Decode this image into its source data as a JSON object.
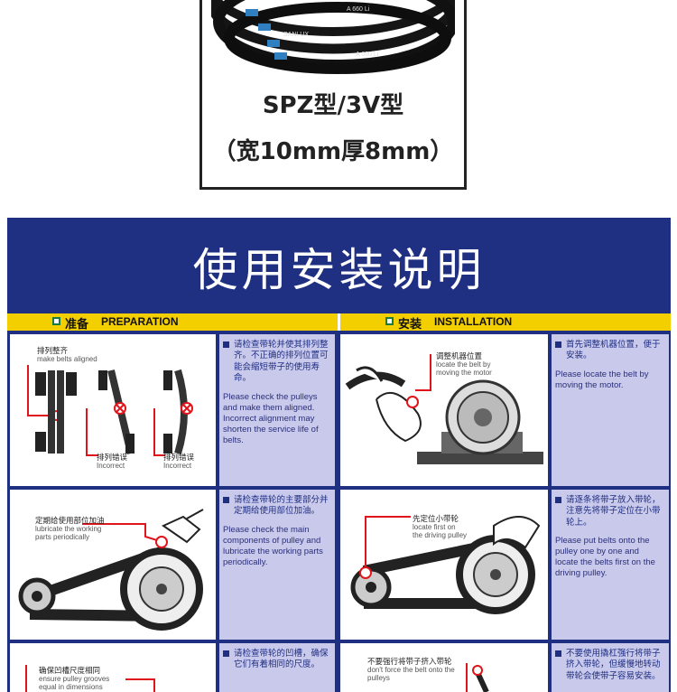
{
  "product": {
    "model_line1": "SPZ型/3V型",
    "model_line2": "（宽10mm厚8mm）",
    "belt_brand": "SANLUX",
    "belt_marking": "A 660 Li"
  },
  "banner": {
    "title": "使用安装说明"
  },
  "sections": {
    "preparation": {
      "cn": "准备",
      "en": "PREPARATION"
    },
    "installation": {
      "cn": "安装",
      "en": "INSTALLATION"
    }
  },
  "steps": {
    "align": {
      "label_cn": "排列整齐",
      "label_en": "make belts aligned",
      "wrong1_cn": "排列错误",
      "wrong1_en": "Incorrect",
      "wrong2_cn": "排列错误",
      "wrong2_en": "Incorrect",
      "text_cn": "请检查带轮并使其排列整齐。不正确的排列位置可能会缩短带子的使用寿命。",
      "text_en": "Please check the pulleys and make them aligned. Incorrect alignment may shorten the service life of belts."
    },
    "motor": {
      "label_cn": "调整机器位置",
      "label_en1": "locate the belt by",
      "label_en2": "moving the motor",
      "text_cn": "首先调整机器位置，便于安装。",
      "text_en": "Please locate the belt by moving the motor."
    },
    "lubricate": {
      "label_cn": "定期给使用部位加油",
      "label_en1": "lubricate the working",
      "label_en2": "parts periodically",
      "text_cn": "请检查带轮的主要部分并定期给使用部位加油。",
      "text_en": "Please check the main components of pulley and lubricate the working parts periodically."
    },
    "small_pulley": {
      "label_cn": "先定位小带轮",
      "label_en1": "locate first on",
      "label_en2": "the driving pulley",
      "text_cn": "请逐条将带子放入带轮，注意先将带子定位在小带轮上。",
      "text_en": "Please put belts onto the pulley one by one and locate the belts first on the driving pulley."
    },
    "grooves": {
      "label_cn": "确保凹槽尺度相同",
      "label_en1": "ensure pulley grooves",
      "label_en2": "equal in dimensions",
      "text_cn": "请检查带轮的凹槽，确保它们有着相同的尺度。"
    },
    "no_force": {
      "label_cn": "不要强行将带子挤入带轮",
      "label_en1": "don't force the belt onto the",
      "label_en2": "pulleys",
      "text_cn": "不要使用撬杠强行将带子挤入带轮，但缓慢地转动带轮会使带子容易安装。"
    }
  }
}
